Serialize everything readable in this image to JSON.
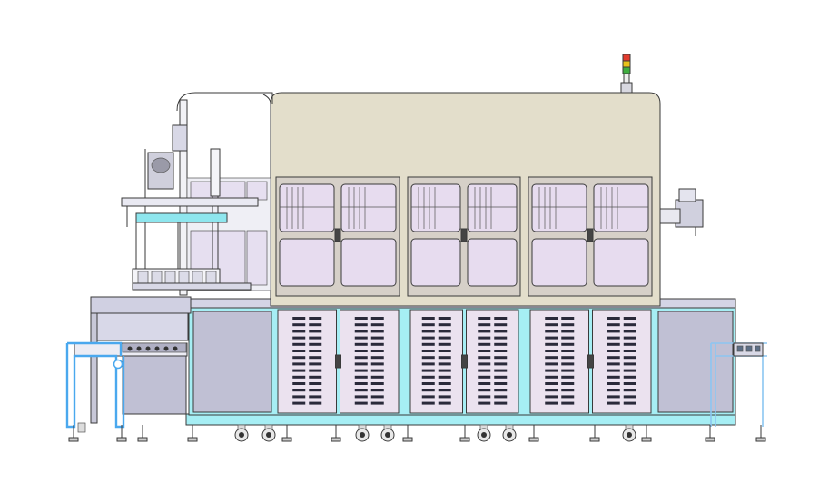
{
  "colors": {
    "upper_cabinet": "#e3decb",
    "lower_base": "#c0c0d4",
    "base_rail": "#a6eef4",
    "door_panel": "#ebe2ef",
    "window_glass": "#e7dcef",
    "vent_slot": "#2a2a3a",
    "infeed_frame": "#4aa8ee",
    "outfeed_frame": "#8cc6f2",
    "outline": "#3a3a3a",
    "tower_light_red": "#e23b2e",
    "tower_light_yellow": "#e8c21b",
    "tower_light_green": "#3fae3f"
  },
  "icons": [
    "signal-tower-light-icon",
    "caster-wheel-icon",
    "leveling-foot-icon",
    "door-handle-icon",
    "vent-slot-icon"
  ],
  "machine": {
    "window_door_pairs": 3,
    "lower_door_pairs": 3,
    "vent_rows_per_door": 14
  }
}
